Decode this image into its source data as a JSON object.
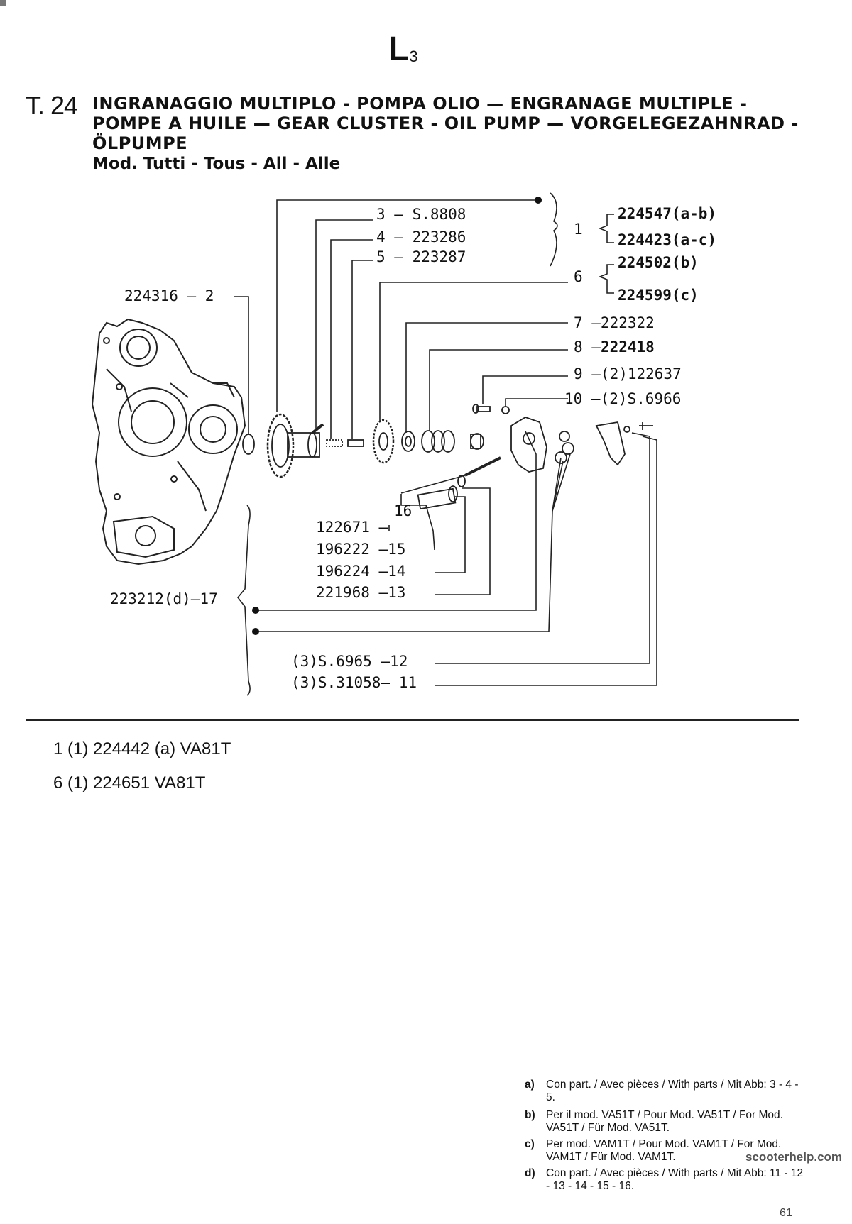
{
  "header": {
    "section_code": "L",
    "section_sub": "3",
    "table_number": "T. 24",
    "title": "INGRANAGGIO MULTIPLO - POMPA OLIO — ENGRANAGE MULTIPLE - POMPE A HUILE — GEAR CLUSTER - OIL PUMP — VORGELEGEZAHNRAD - ÖLPUMPE",
    "models": "Mod. Tutti - Tous - All - Alle"
  },
  "diagram": {
    "parts": [
      {
        "ref": "1",
        "code": "224547(a-b)"
      },
      {
        "ref": "1",
        "code": "224423(a-c)"
      },
      {
        "ref": "2",
        "code": "224316"
      },
      {
        "ref": "3",
        "code": "S.8808"
      },
      {
        "ref": "4",
        "code": "223286"
      },
      {
        "ref": "5",
        "code": "223287"
      },
      {
        "ref": "6",
        "code": "224502(b)"
      },
      {
        "ref": "6",
        "code": "224599(c)"
      },
      {
        "ref": "7",
        "code": "222322"
      },
      {
        "ref": "8",
        "code": "222418"
      },
      {
        "ref": "9",
        "code": "(2)122637"
      },
      {
        "ref": "10",
        "code": "(2)S.6966"
      },
      {
        "ref": "11",
        "code": "(3)S.31058"
      },
      {
        "ref": "12",
        "code": "(3)S.6965"
      },
      {
        "ref": "13",
        "code": "221968"
      },
      {
        "ref": "14",
        "code": "196224"
      },
      {
        "ref": "15",
        "code": "196222"
      },
      {
        "ref": "16",
        "code": "122671"
      },
      {
        "ref": "17",
        "code": "223212(d)"
      }
    ],
    "labels": {
      "l3": "3 — S.8808",
      "l4": "4 — 223286",
      "l5": "5 — 223287",
      "l1": "1",
      "l1a": "224547(a-b)",
      "l1b": "224423(a-c)",
      "l6": "6",
      "l6a": "224502(b)",
      "l6b": "224599(c)",
      "l2": "224316 — 2",
      "l7": "7 —222322",
      "l8a": "8 —",
      "l8b": "222418",
      "l9": "9 —(2)122637",
      "l10": "10 —(2)S.6966",
      "l16": "16",
      "l16c": "122671 —",
      "l15": "196222 —15",
      "l14": "196224 —14",
      "l13": "221968 —13",
      "l17": "223212(d)—17",
      "l12": "(3)S.6965 —12",
      "l11": "(3)S.31058— 11"
    }
  },
  "variants": [
    "1 (1) 224442 (a) VA81T",
    "6 (1) 224651 VA81T"
  ],
  "notes": [
    {
      "key": "a)",
      "text": "Con part. / Avec pièces / With parts / Mit Abb: 3 - 4 - 5."
    },
    {
      "key": "b)",
      "text": "Per il mod. VA51T / Pour Mod. VA51T / For Mod. VA51T / Für Mod. VA51T."
    },
    {
      "key": "c)",
      "text": "Per mod. VAM1T / Pour Mod. VAM1T / For Mod. VAM1T / Für Mod. VAM1T."
    },
    {
      "key": "d)",
      "text": "Con part. / Avec pièces / With parts / Mit Abb: 11 - 12 - 13 - 14 - 15 - 16."
    }
  ],
  "watermark": "scooterhelp.com",
  "page_number": "61"
}
